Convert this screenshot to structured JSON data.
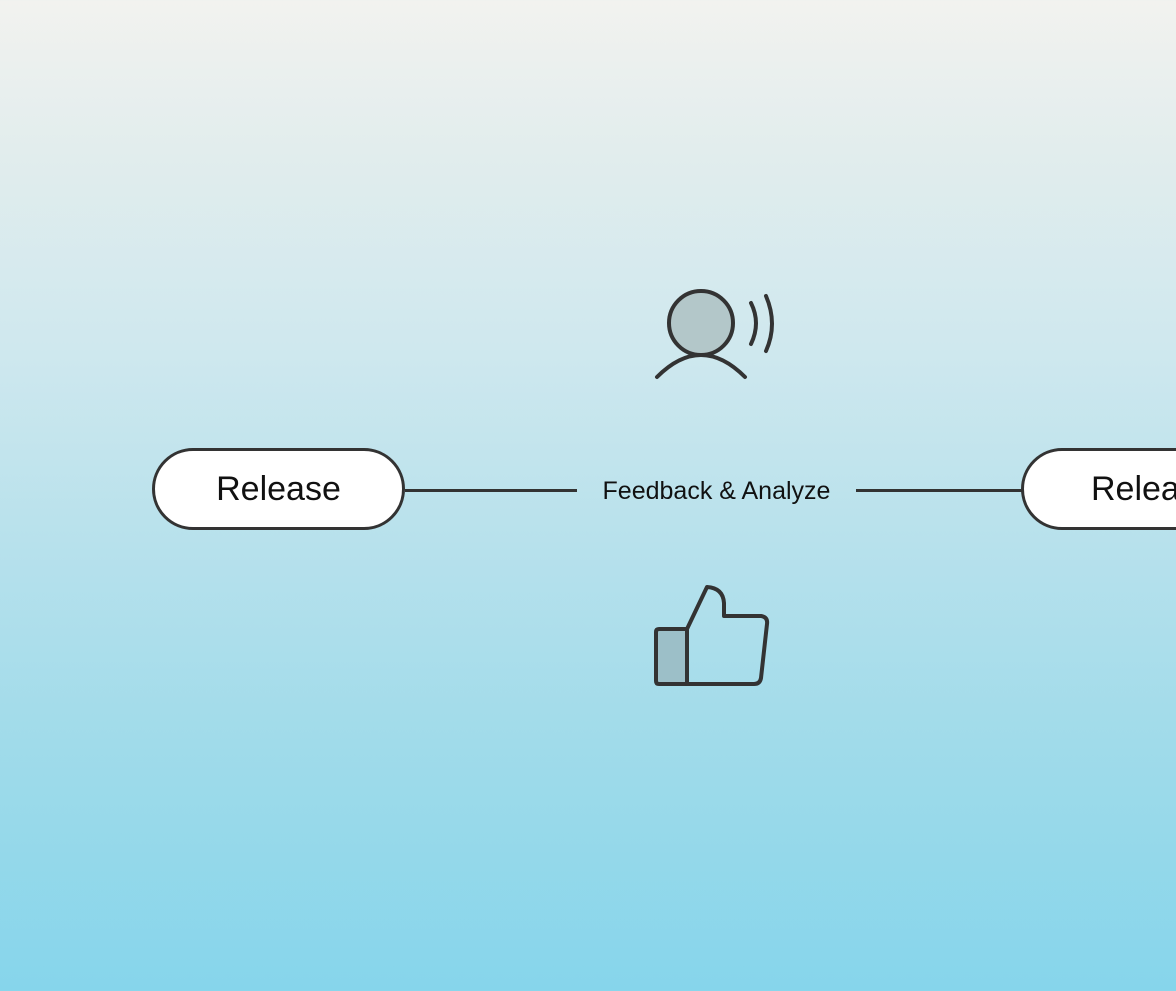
{
  "diagram": {
    "left_stage": {
      "label": "Release"
    },
    "center_step": {
      "label": "Feedback & Analyze"
    },
    "right_stage": {
      "label": "Release"
    },
    "icons": {
      "top": "user-speaking-icon",
      "bottom": "thumbs-up-icon"
    },
    "colors": {
      "line": "#333333",
      "pill_fill": "#ffffff",
      "icon_fill": "#b3c7c9",
      "thumb_cuff_fill": "#9cbfc8"
    }
  }
}
